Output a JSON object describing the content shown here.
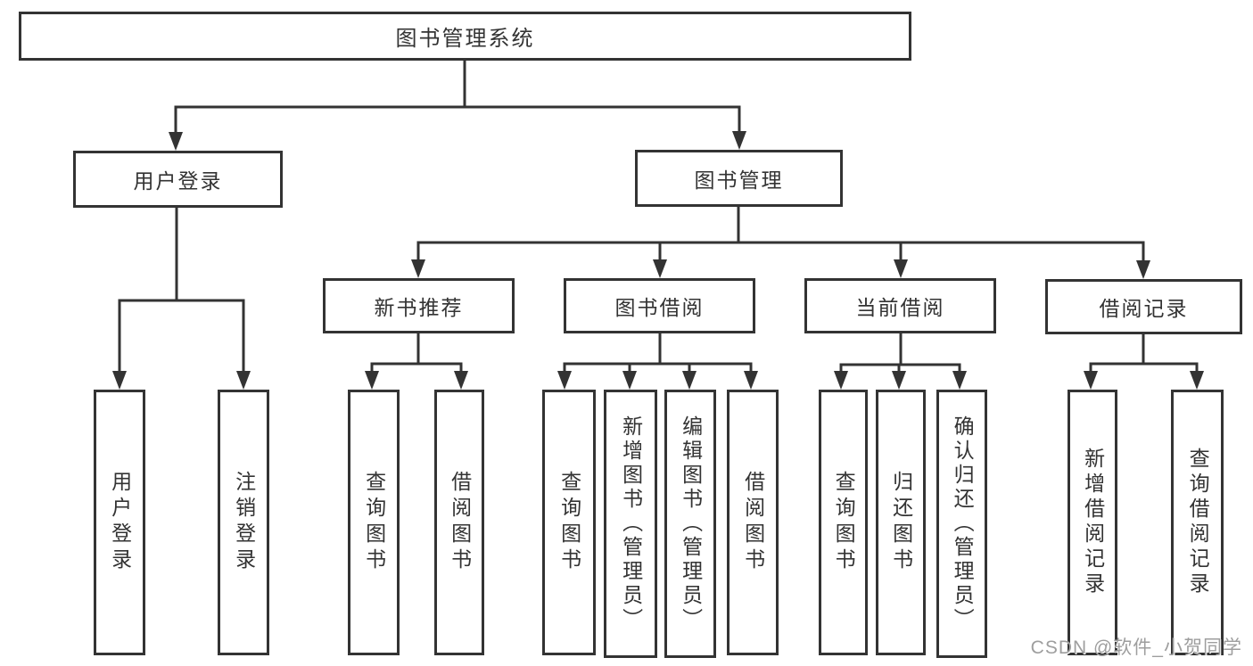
{
  "colors": {
    "line": "#333333",
    "text": "#333333",
    "box_background": "#ffffff",
    "page_background": "#ffffff",
    "watermark": "#9e9e9e"
  },
  "watermark": {
    "text": "CSDN @软件_小贺同学"
  },
  "nodes": {
    "root": {
      "label": "图书管理系统"
    },
    "user_login": {
      "label": "用户登录"
    },
    "book_management": {
      "label": "图书管理"
    },
    "new_book_recommend": {
      "label": "新书推荐"
    },
    "book_borrow": {
      "label": "图书借阅"
    },
    "current_borrow": {
      "label": "当前借阅"
    },
    "borrow_record": {
      "label": "借阅记录"
    },
    "login_leaf": {
      "label": "用户登录"
    },
    "logout_leaf": {
      "label": "注销登录"
    },
    "nb_query_books": {
      "label": "查询图书"
    },
    "nb_borrow_books": {
      "label": "借阅图书"
    },
    "bb_query_books": {
      "label": "查询图书"
    },
    "bb_add_books": {
      "label": "新增图书（管理员）"
    },
    "bb_edit_books": {
      "label": "编辑图书（管理员）"
    },
    "bb_borrow_books": {
      "label": "借阅图书"
    },
    "cb_query_books": {
      "label": "查询图书"
    },
    "cb_return_books": {
      "label": "归还图书"
    },
    "cb_confirm_return": {
      "label": "确认归还（管理员）"
    },
    "br_add_record": {
      "label": "新增借阅记录"
    },
    "br_query_record": {
      "label": "查询借阅记录"
    }
  },
  "edges": [
    [
      "root",
      "user_login"
    ],
    [
      "root",
      "book_management"
    ],
    [
      "user_login",
      "login_leaf"
    ],
    [
      "user_login",
      "logout_leaf"
    ],
    [
      "book_management",
      "new_book_recommend"
    ],
    [
      "book_management",
      "book_borrow"
    ],
    [
      "book_management",
      "current_borrow"
    ],
    [
      "book_management",
      "borrow_record"
    ],
    [
      "new_book_recommend",
      "nb_query_books"
    ],
    [
      "new_book_recommend",
      "nb_borrow_books"
    ],
    [
      "book_borrow",
      "bb_query_books"
    ],
    [
      "book_borrow",
      "bb_add_books"
    ],
    [
      "book_borrow",
      "bb_edit_books"
    ],
    [
      "book_borrow",
      "bb_borrow_books"
    ],
    [
      "current_borrow",
      "cb_query_books"
    ],
    [
      "current_borrow",
      "cb_return_books"
    ],
    [
      "current_borrow",
      "cb_confirm_return"
    ],
    [
      "borrow_record",
      "br_add_record"
    ],
    [
      "borrow_record",
      "br_query_record"
    ]
  ]
}
